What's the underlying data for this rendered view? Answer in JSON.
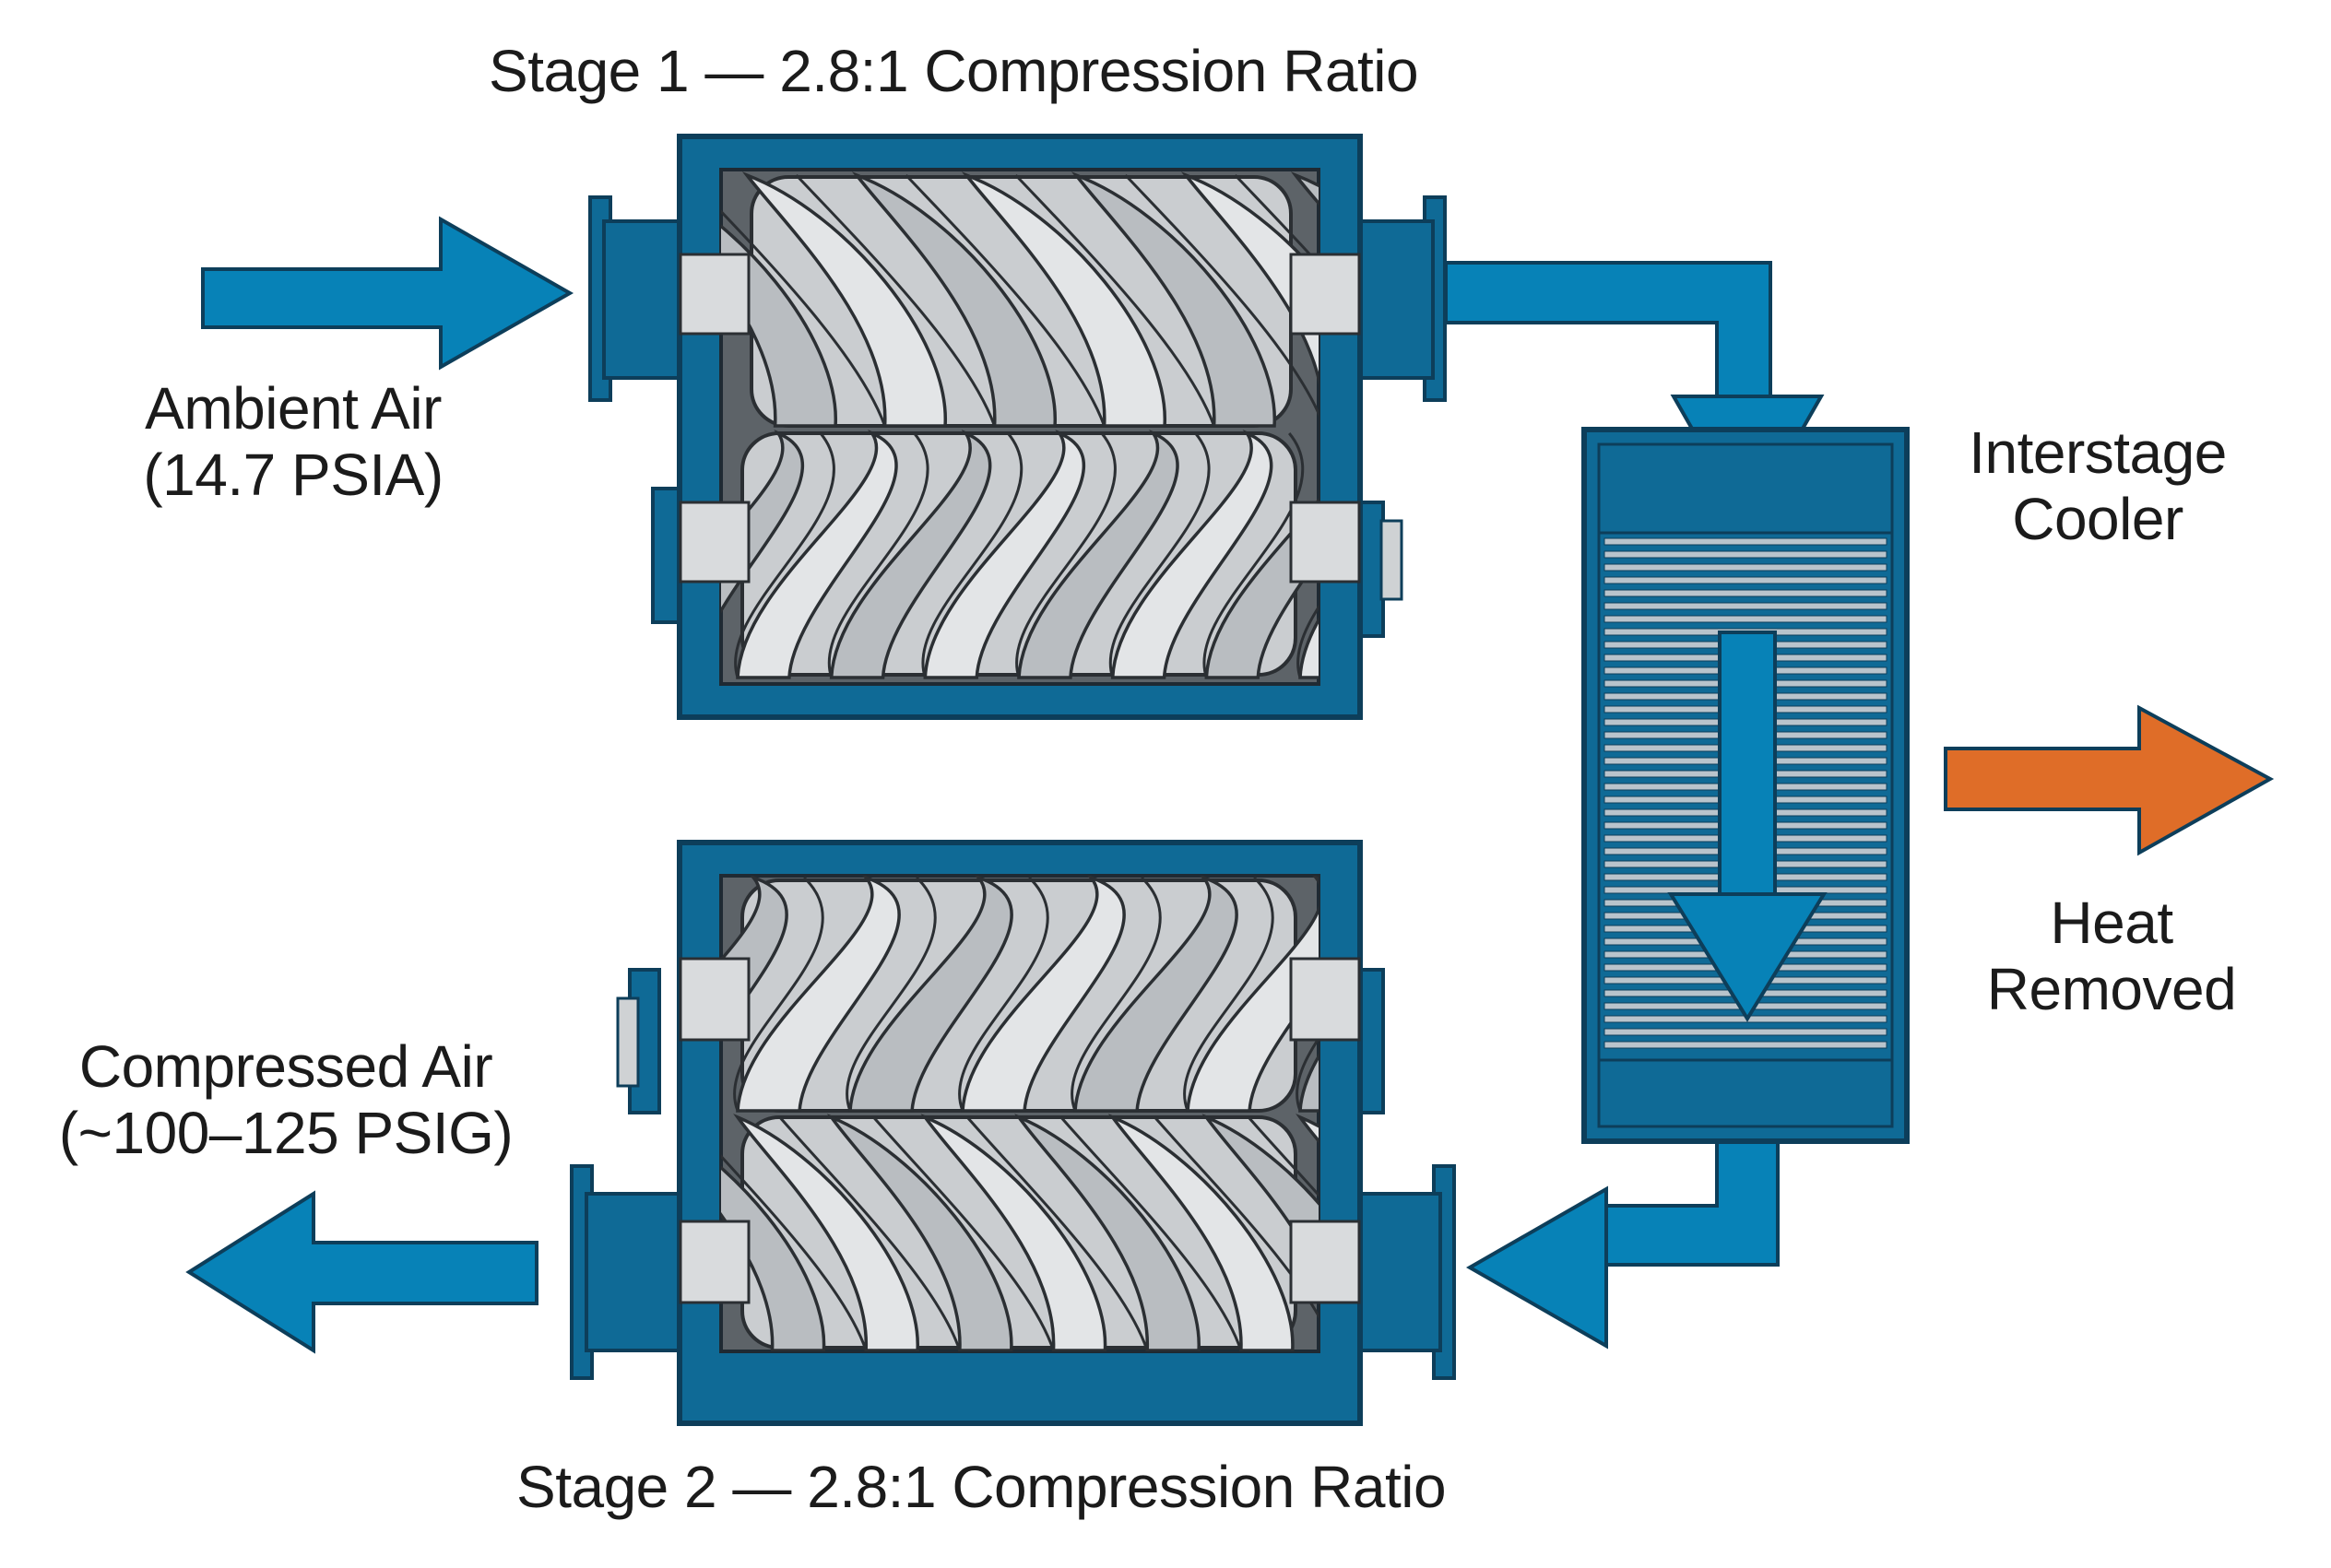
{
  "diagram": {
    "stage1": {
      "title": "Stage 1 — 2.8:1 Compression Ratio"
    },
    "stage2": {
      "title": "Stage 2 — 2.8:1 Compression Ratio"
    },
    "inlet": {
      "line1": "Ambient Air",
      "line2": "(14.7 PSIA)"
    },
    "outlet": {
      "line1": "Compressed Air",
      "line2": "(~100–125 PSIG)"
    },
    "cooler": {
      "line1": "Interstage",
      "line2": "Cooler"
    },
    "heat": {
      "line1": "Heat",
      "line2": "Removed"
    }
  },
  "colors": {
    "housing_blue": "#0f6a96",
    "outline_navy": "#0d3e5a",
    "flow_blue": "#0782b7",
    "heat_orange": "#df6d28",
    "rotor_gray": "#cacdd0",
    "cavity_gray": "#5d6368",
    "bearing_gray": "#d9dbdd"
  }
}
